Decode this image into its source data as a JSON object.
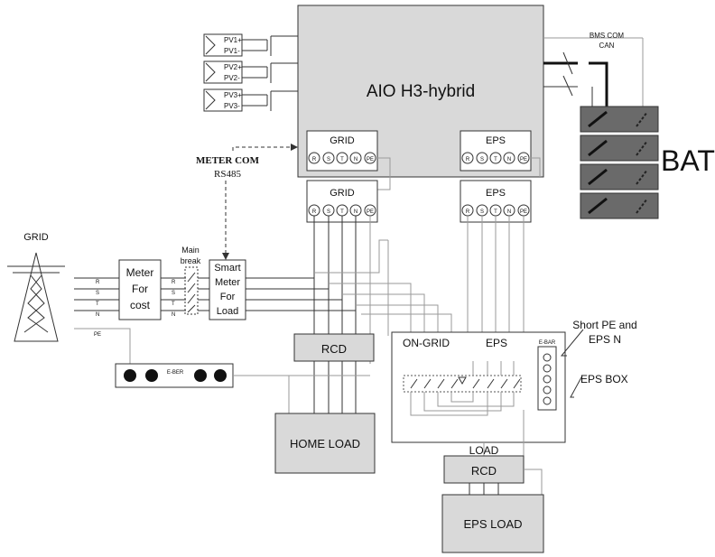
{
  "inverter": {
    "title": "AIO H3-hybrid"
  },
  "pv_inputs": [
    {
      "pos": "PV1+",
      "neg": "PV1-"
    },
    {
      "pos": "PV2+",
      "neg": "PV2-"
    },
    {
      "pos": "PV3+",
      "neg": "PV3-"
    }
  ],
  "ports": {
    "grid": "GRID",
    "eps": "EPS",
    "terminals": [
      "R",
      "S",
      "T",
      "N",
      "PE"
    ]
  },
  "battery": {
    "label": "BAT",
    "bms_line1": "BMS COM",
    "bms_line2": "CAN"
  },
  "meter_com": {
    "line1": "METER COM",
    "line2": "RS485"
  },
  "grid_source": {
    "label": "GRID",
    "phases": [
      "R",
      "S",
      "T",
      "N"
    ],
    "pe": "PE"
  },
  "meter_cost": {
    "line1": "Meter",
    "line2": "For",
    "line3": "cost"
  },
  "main_break": {
    "line1": "Main",
    "line2": "break"
  },
  "smart_meter": {
    "line1": "Smart",
    "line2": "Meter",
    "line3": "For",
    "line4": "Load"
  },
  "ebar_ground": {
    "label": "E-BER"
  },
  "rcd_home": {
    "label": "RCD"
  },
  "home_load": {
    "label": "HOME LOAD"
  },
  "eps_box": {
    "on_grid": "ON-GRID",
    "eps": "EPS",
    "ebar": "E-BAR",
    "note_line1": "Short PE and",
    "note_line2": "EPS N",
    "box_label": "EPS BOX",
    "load": "LOAD"
  },
  "rcd_eps": {
    "label": "RCD"
  },
  "eps_load": {
    "label": "EPS LOAD"
  }
}
